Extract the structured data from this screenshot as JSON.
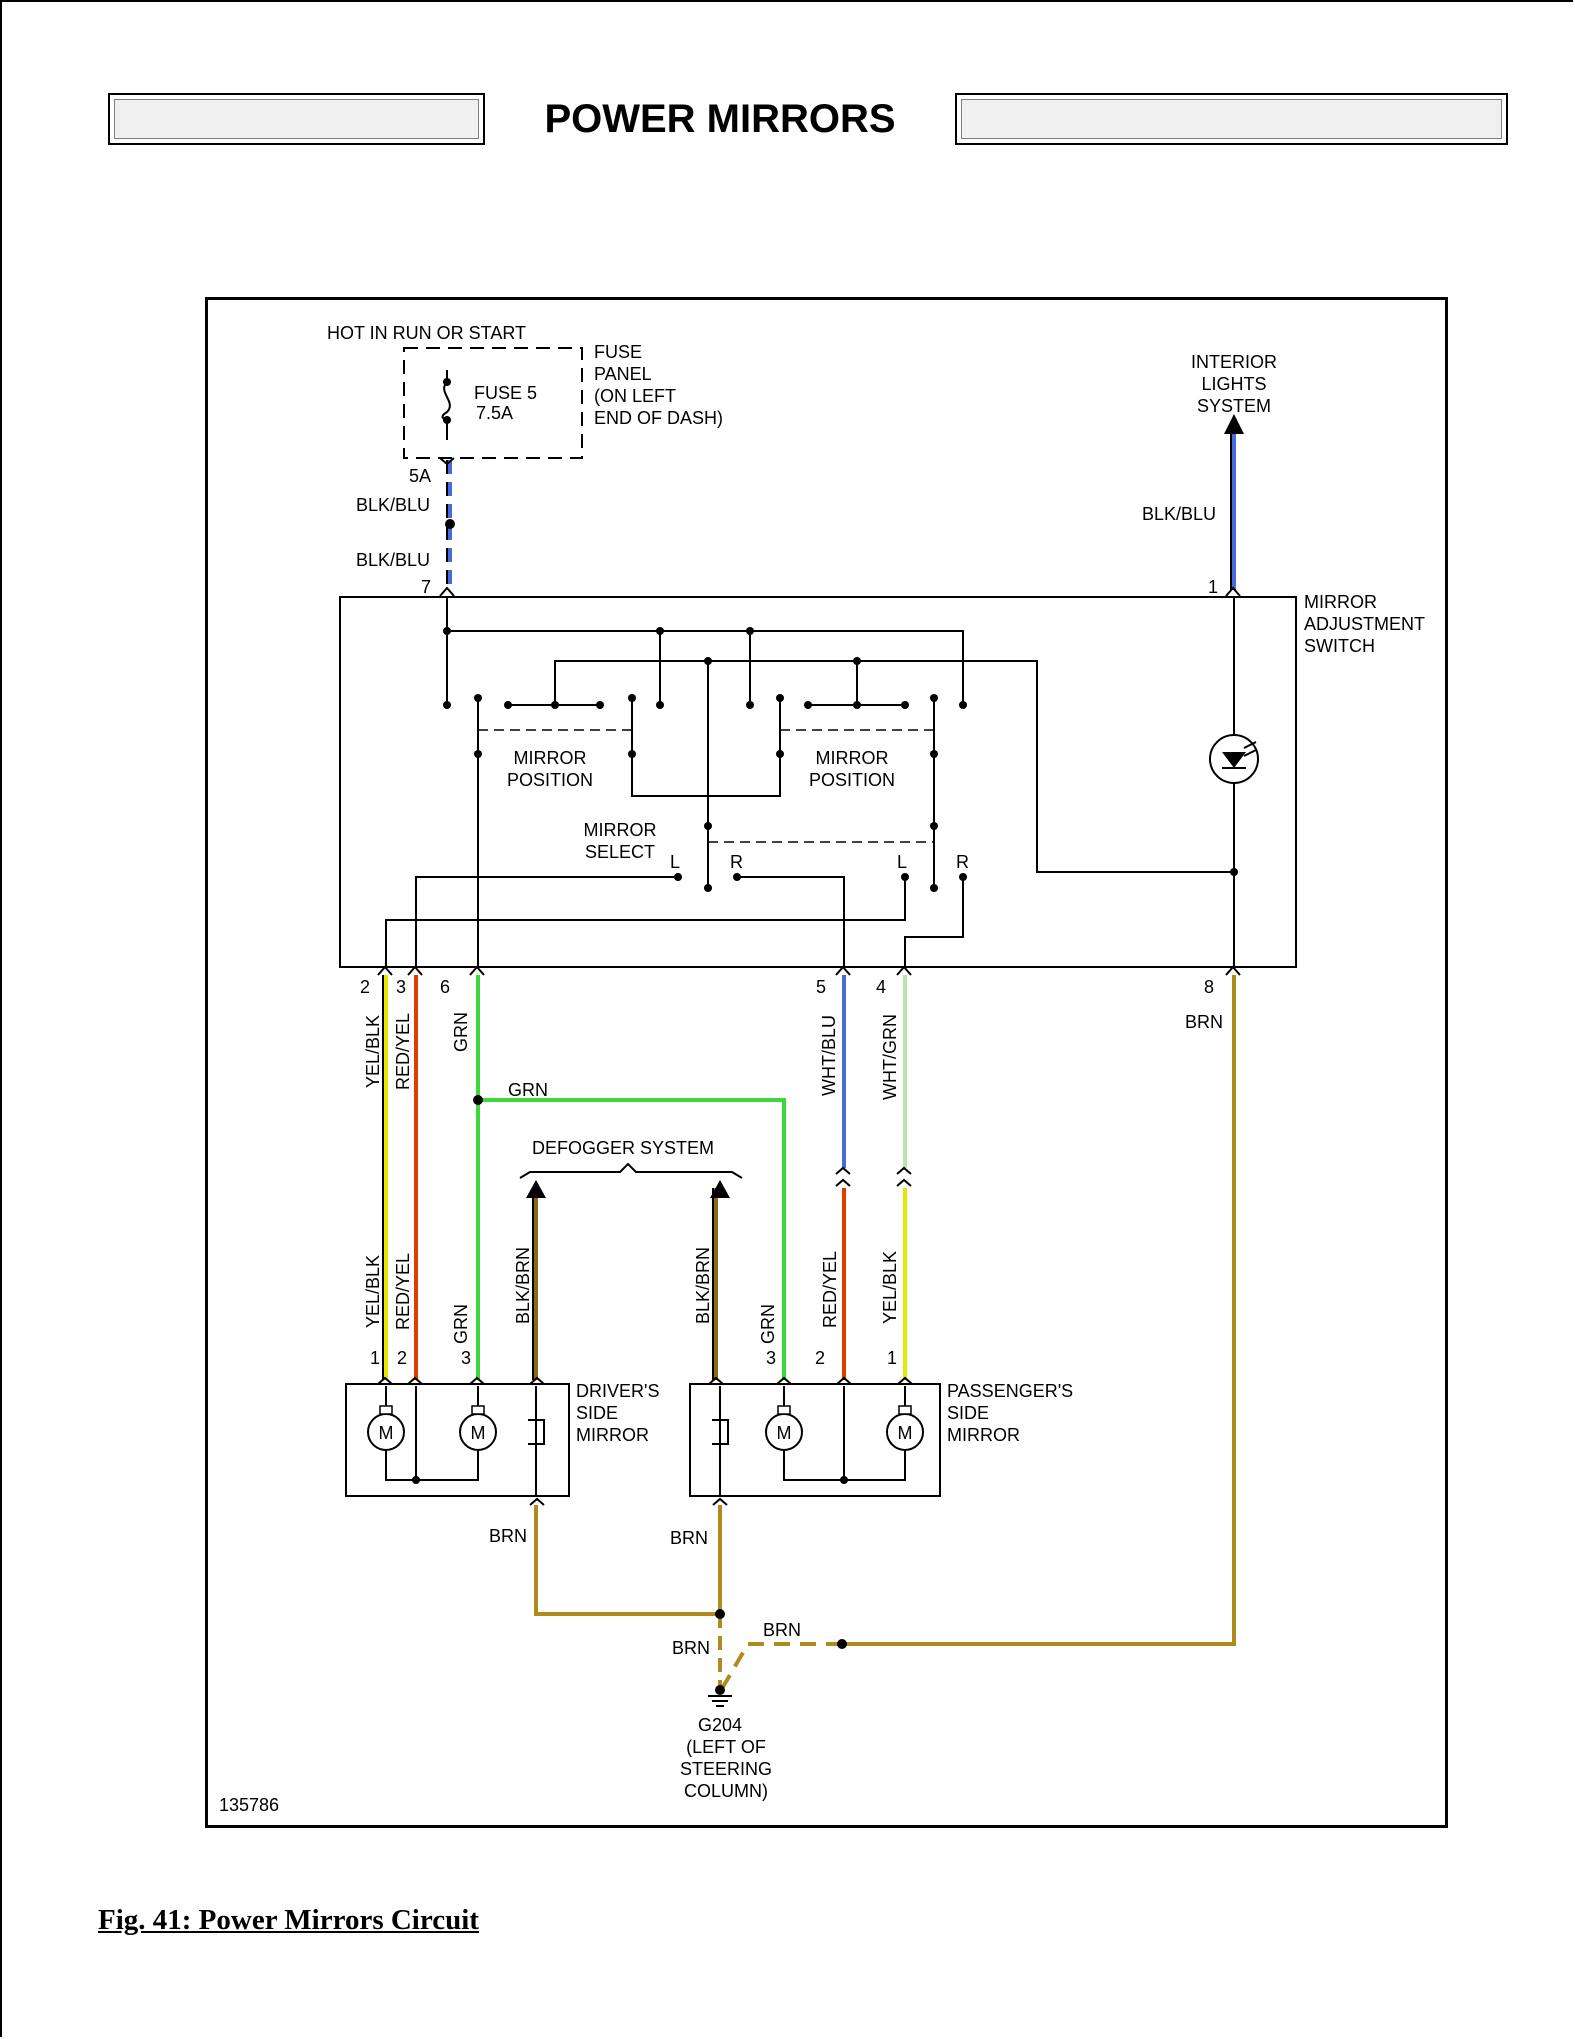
{
  "title": "POWER MIRRORS",
  "caption": "Fig. 41: Power Mirrors Circuit",
  "diagram_id": "135786",
  "labels": {
    "hot": "HOT IN RUN OR START",
    "fuse_panel": [
      "FUSE",
      "PANEL",
      "(ON LEFT",
      "END OF DASH)"
    ],
    "fuse": [
      "FUSE 5",
      "7.5A"
    ],
    "fuse_terminal": "5A",
    "interior_lights": [
      "INTERIOR",
      "LIGHTS",
      "SYSTEM"
    ],
    "switch": [
      "MIRROR",
      "ADJUSTMENT",
      "SWITCH"
    ],
    "mirror_position": [
      "MIRROR",
      "POSITION"
    ],
    "mirror_select": [
      "MIRROR",
      "SELECT"
    ],
    "defogger": "DEFOGGER SYSTEM",
    "driver_mirror": [
      "DRIVER'S",
      "SIDE",
      "MIRROR"
    ],
    "passenger_mirror": [
      "PASSENGER'S",
      "SIDE",
      "MIRROR"
    ],
    "ground": [
      "G204",
      "(LEFT OF",
      "STEERING",
      "COLUMN)"
    ],
    "pins": {
      "p7": "7",
      "p1": "1",
      "p2": "2",
      "p3": "3",
      "p6": "6",
      "p5": "5",
      "p4": "4",
      "p8": "8",
      "d1": "1",
      "d2": "2",
      "d3": "3",
      "s3": "3",
      "s2": "2",
      "s1": "1"
    },
    "select_letters": {
      "l1": "L",
      "r1": "R",
      "l2": "L",
      "r2": "R"
    }
  },
  "wires": {
    "blk_blu_top": "BLK/BLU",
    "blk_blu_bottom": "BLK/BLU",
    "blk_blu_right": "BLK/BLU",
    "yel_blk": "YEL/BLK",
    "red_yel": "RED/YEL",
    "grn": "GRN",
    "grn_mid": "GRN",
    "wht_blu": "WHT/BLU",
    "wht_grn": "WHT/GRN",
    "brn": "BRN",
    "yel_blk_lower": "YEL/BLK",
    "red_yel_lower": "RED/YEL",
    "grn_lower": "GRN",
    "blk_brn_left": "BLK/BRN",
    "blk_brn_right": "BLK/BRN",
    "grn_right_lower": "GRN",
    "red_yel_right": "RED/YEL",
    "yel_blk_right": "YEL/BLK",
    "brn_driver": "BRN",
    "brn_passenger": "BRN",
    "brn_ground": "BRN",
    "brn_switch": "BRN"
  },
  "colors": {
    "yellow": "#e6e600",
    "red": "#e03c00",
    "green": "#3cd83c",
    "blue": "#4a6adc",
    "light_green": "#b8e6a8",
    "brown": "#b08a1c",
    "black": "#000000"
  }
}
